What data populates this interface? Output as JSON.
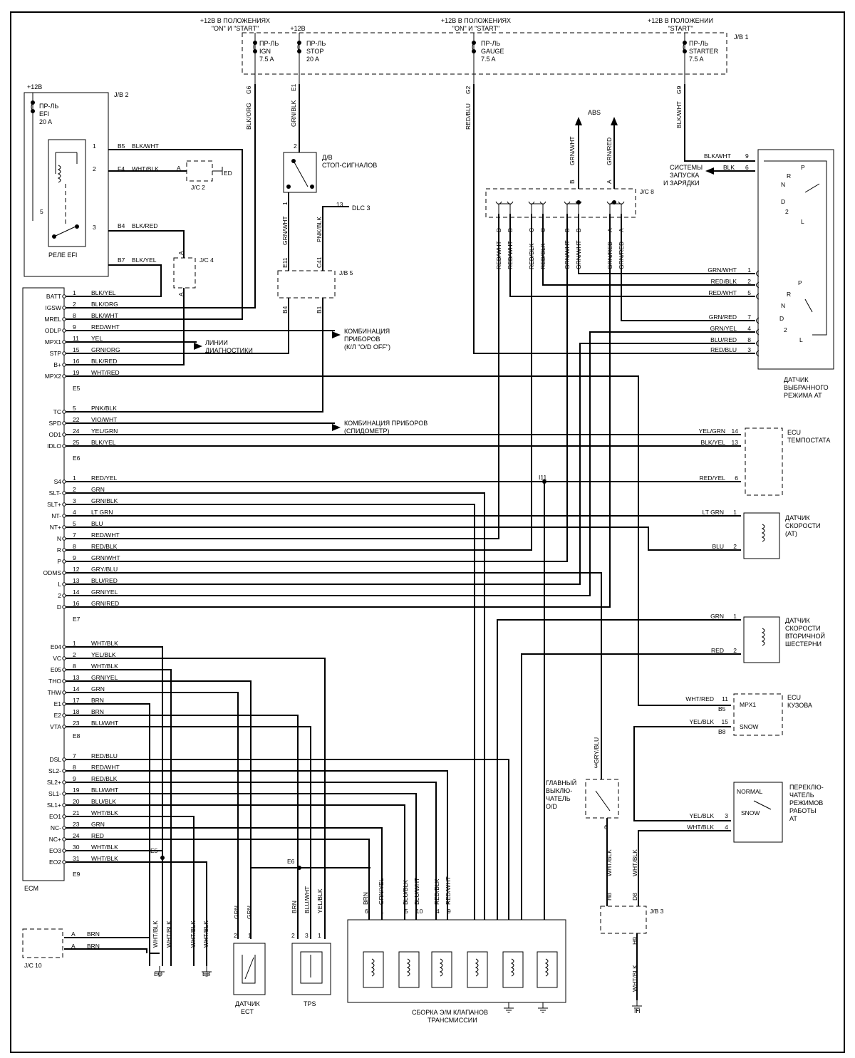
{
  "power": [
    {
      "lines": [
        "+12В В ПОЛОЖЕНИЯХ",
        "\"ON\" И \"START\""
      ]
    },
    {
      "lines": [
        "+12В"
      ]
    },
    {
      "lines": [
        "+12В В ПОЛОЖЕНИЯХ",
        "\"ON\" И \"START\""
      ]
    },
    {
      "lines": [
        "+12В В ПОЛОЖЕНИИ",
        "\"START\""
      ]
    }
  ],
  "jb1": {
    "label": "J/B 1",
    "fuses": [
      {
        "lines": [
          "ПР-ЛЬ",
          "IGN",
          "7.5 A"
        ],
        "pin": "G6",
        "wire": "BLK/ORG"
      },
      {
        "lines": [
          "ПР-ЛЬ",
          "STOP",
          "20 A"
        ],
        "pin": "E1",
        "wire": "GRN/BLK"
      },
      {
        "lines": [
          "ПР-ЛЬ",
          "GAUGE",
          "7.5 A"
        ],
        "pin": "G2",
        "wire": "RED/BLU"
      },
      {
        "lines": [
          "ПР-ЛЬ",
          "STARTER",
          "7.5 A"
        ],
        "pin": "G9",
        "wire": "BLK/WHT"
      }
    ]
  },
  "jb2": {
    "label": "J/B 2",
    "supply": "+12В",
    "fuse": [
      "ПР-ЛЬ",
      "EFI",
      "20 A"
    ],
    "relay": "РЕЛЕ EFI",
    "pins": [
      {
        "pin": "1",
        "term": "B5",
        "wire": "BLK/WHT"
      },
      {
        "pin": "2",
        "term": "F4",
        "wire": "WHT/BLK"
      },
      {
        "pin": "3",
        "term": "B4",
        "wire": "BLK/RED"
      },
      {
        "pin": "5",
        "term": "B7",
        "wire": "BLK/YEL"
      }
    ]
  },
  "jc2": {
    "label": "J/C 2",
    "pin": "A",
    "ground": "ED"
  },
  "jc4": {
    "label": "J/C 4",
    "pin": "A"
  },
  "stop_switch": {
    "label": [
      "Д/В",
      "СТОП-СИГНАЛОВ"
    ],
    "pin_top": "2",
    "pin_bottom": "1",
    "wire": "GRN/WHT"
  },
  "dlc3": {
    "label": "DLC 3",
    "pin": "13",
    "wire": "PNK/BLK"
  },
  "jb5": {
    "label": "J/B 5",
    "top": [
      "E11",
      "C41"
    ],
    "bottom": [
      "B4",
      "B1"
    ]
  },
  "diag": [
    "ЛИНИИ",
    "ДИАГНОСТИКИ"
  ],
  "combo1": [
    "КОМБИНАЦИЯ",
    "ПРИБОРОВ",
    "(К/Л \"O/D OFF\")"
  ],
  "combo2": [
    "КОМБИНАЦИЯ ПРИБОРОВ",
    "(СПИДОМЕТР)"
  ],
  "abs": "ABS",
  "abs_wires": [
    {
      "wire": "GRN/WHT",
      "pin": "B"
    },
    {
      "wire": "GRN/RED",
      "pin": "A"
    }
  ],
  "jc8": {
    "label": "J/C 8",
    "pins": [
      {
        "pin": "D",
        "wire": "RED/WHT"
      },
      {
        "pin": "D",
        "wire": "RED/WHT"
      },
      {
        "pin": "C",
        "wire": "RED/BLK"
      },
      {
        "pin": "C",
        "wire": "RED/BLK"
      },
      {
        "pin": "B",
        "wire": "GRN/WHT"
      },
      {
        "pin": "B",
        "wire": "GRN/WHT"
      },
      {
        "pin": "A",
        "wire": "GRN/RED"
      },
      {
        "pin": "A",
        "wire": "GRN/RED"
      }
    ]
  },
  "start_sys": {
    "label": [
      "СИСТЕМЫ",
      "ЗАПУСКА",
      "И ЗАРЯДКИ"
    ],
    "wires": [
      {
        "wire": "BLK/WHT",
        "pin": "9"
      },
      {
        "wire": "BLK",
        "pin": "6"
      }
    ]
  },
  "selector": {
    "label": [
      "ДАТЧИК",
      "ВЫБРАННОГО",
      "РЕЖИМА AT"
    ],
    "positions_top": [
      "P",
      "R",
      "N",
      "D",
      "2",
      "L"
    ],
    "positions_bottom": [
      "P",
      "R",
      "N",
      "D",
      "2",
      "L"
    ],
    "wires": [
      {
        "wire": "GRN/WHT",
        "pin": "1"
      },
      {
        "wire": "RED/BLK",
        "pin": "2"
      },
      {
        "wire": "RED/WHT",
        "pin": "5"
      },
      {
        "wire": "GRN/RED",
        "pin": "7"
      },
      {
        "wire": "GRN/YEL",
        "pin": "4"
      },
      {
        "wire": "BLU/RED",
        "pin": "8"
      },
      {
        "wire": "RED/BLU",
        "pin": "3"
      }
    ]
  },
  "ecm": {
    "label": "ECM",
    "groups": [
      {
        "conn": "E5",
        "rows": [
          {
            "name": "BATT",
            "pin": "1",
            "wire": "BLK/YEL"
          },
          {
            "name": "IGSW",
            "pin": "2",
            "wire": "BLK/ORG"
          },
          {
            "name": "MREL",
            "pin": "8",
            "wire": "BLK/WHT"
          },
          {
            "name": "ODLP",
            "pin": "9",
            "wire": "RED/WHT"
          },
          {
            "name": "MPX1",
            "pin": "11",
            "wire": "YEL"
          },
          {
            "name": "STP",
            "pin": "15",
            "wire": "GRN/ORG"
          },
          {
            "name": "B+",
            "pin": "16",
            "wire": "BLK/RED"
          },
          {
            "name": "MPX2",
            "pin": "19",
            "wire": "WHT/RED"
          }
        ]
      },
      {
        "conn": "E6",
        "rows": [
          {
            "name": "TC",
            "pin": "5",
            "wire": "PNK/BLK"
          },
          {
            "name": "SPD",
            "pin": "22",
            "wire": "VIO/WHT"
          },
          {
            "name": "OD1",
            "pin": "24",
            "wire": "YEL/GRN"
          },
          {
            "name": "IDLO",
            "pin": "25",
            "wire": "BLK/YEL"
          }
        ]
      },
      {
        "conn": "E7",
        "rows": [
          {
            "name": "S4",
            "pin": "1",
            "wire": "RED/YEL"
          },
          {
            "name": "SLT-",
            "pin": "2",
            "wire": "GRN"
          },
          {
            "name": "SLT+",
            "pin": "3",
            "wire": "GRN/BLK"
          },
          {
            "name": "NT-",
            "pin": "4",
            "wire": "LT GRN"
          },
          {
            "name": "NT+",
            "pin": "5",
            "wire": "BLU"
          },
          {
            "name": "N",
            "pin": "7",
            "wire": "RED/WHT"
          },
          {
            "name": "R",
            "pin": "8",
            "wire": "RED/BLK"
          },
          {
            "name": "P",
            "pin": "9",
            "wire": "GRN/WHT"
          },
          {
            "name": "ODMS",
            "pin": "12",
            "wire": "GRY/BLU"
          },
          {
            "name": "L",
            "pin": "13",
            "wire": "BLU/RED"
          },
          {
            "name": "2",
            "pin": "14",
            "wire": "GRN/YEL"
          },
          {
            "name": "D",
            "pin": "16",
            "wire": "GRN/RED"
          }
        ]
      },
      {
        "conn": "E8",
        "rows": [
          {
            "name": "E04",
            "pin": "1",
            "wire": "WHT/BLK"
          },
          {
            "name": "VC",
            "pin": "2",
            "wire": "YEL/BLK"
          },
          {
            "name": "E05",
            "pin": "8",
            "wire": "WHT/BLK"
          },
          {
            "name": "THO",
            "pin": "13",
            "wire": "GRN/YEL"
          },
          {
            "name": "THW",
            "pin": "14",
            "wire": "GRN"
          },
          {
            "name": "E1",
            "pin": "17",
            "wire": "BRN"
          },
          {
            "name": "E2",
            "pin": "18",
            "wire": "BRN"
          },
          {
            "name": "VTA",
            "pin": "23",
            "wire": "BLU/WHT"
          }
        ]
      },
      {
        "conn": "E9",
        "rows": [
          {
            "name": "DSL",
            "pin": "7",
            "wire": "RED/BLU"
          },
          {
            "name": "SL2-",
            "pin": "8",
            "wire": "RED/WHT"
          },
          {
            "name": "SL2+",
            "pin": "9",
            "wire": "RED/BLK"
          },
          {
            "name": "SL1-",
            "pin": "19",
            "wire": "BLU/WHT"
          },
          {
            "name": "SL1+",
            "pin": "20",
            "wire": "BLU/BLK"
          },
          {
            "name": "EO1",
            "pin": "21",
            "wire": "WHT/BLK"
          },
          {
            "name": "NC-",
            "pin": "23",
            "wire": "GRN"
          },
          {
            "name": "NC+",
            "pin": "24",
            "wire": "RED"
          },
          {
            "name": "EO3",
            "pin": "30",
            "wire": "WHT/BLK"
          },
          {
            "name": "EO2",
            "pin": "31",
            "wire": "WHT/BLK"
          }
        ]
      }
    ]
  },
  "ecu_temp": {
    "label": [
      "ECU",
      "ТЕМПОСТАТА"
    ],
    "wires": [
      {
        "wire": "YEL/GRN",
        "pin": "14"
      },
      {
        "wire": "BLK/YEL",
        "pin": "13"
      },
      {
        "wire": "RED/YEL",
        "pin": "6"
      }
    ]
  },
  "i11": "I11",
  "speed_at": {
    "label": [
      "ДАТЧИК",
      "СКОРОСТИ",
      "(AT)"
    ],
    "wires": [
      {
        "wire": "LT GRN",
        "pin": "1"
      },
      {
        "wire": "BLU",
        "pin": "2"
      }
    ]
  },
  "speed_sec": {
    "label": [
      "ДАТЧИК",
      "СКОРОСТИ",
      "ВТОРИЧНОЙ",
      "ШЕСТЕРНИ"
    ],
    "wires": [
      {
        "wire": "GRN",
        "pin": "1"
      },
      {
        "wire": "RED",
        "pin": "2"
      }
    ]
  },
  "ecu_body": {
    "label": [
      "ECU",
      "КУЗОВА"
    ],
    "rows": [
      {
        "wire": "WHT/RED",
        "pin": "11",
        "conn": "B5",
        "term": "MPX1"
      },
      {
        "wire": "YEL/BLK",
        "pin": "15",
        "conn": "B8",
        "term": "SNOW"
      }
    ]
  },
  "od_switch": {
    "label": [
      "ГЛАВНЫЙ",
      "ВЫКЛЮ-",
      "ЧАТЕЛЬ",
      "O/D"
    ],
    "wire": "GRY/BLU",
    "pin_top": "3",
    "pin_bottom": "6"
  },
  "mode_switch": {
    "label": [
      "ПЕРЕКЛЮ-",
      "ЧАТЕЛЬ",
      "РЕЖИМОВ",
      "РАБОТЫ",
      "AT"
    ],
    "positions": [
      "NORMAL",
      "SNOW"
    ],
    "wires": [
      {
        "wire": "YEL/BLK",
        "pin": "3"
      },
      {
        "wire": "WHT/BLK",
        "pin": "4"
      }
    ]
  },
  "jb3": {
    "label": "J/B 3",
    "pins": [
      "H8",
      "D8",
      "H9"
    ],
    "wires": [
      "WHT/BLK",
      "WHT/BLK",
      "WHT/BLK"
    ],
    "ground": "IH"
  },
  "jc10": {
    "label": "J/C 10",
    "pins": [
      "A",
      "A"
    ],
    "wires": [
      "BRN",
      "BRN"
    ]
  },
  "grounds": {
    "ec": "EC",
    "eb": "EB",
    "e5": "E5",
    "e6": "E6"
  },
  "ground_wires": [
    "WHT/BLK",
    "WHT/BLK",
    "WHT/BLK",
    "WHT/BLK"
  ],
  "ect": {
    "label": [
      "ДАТЧИК",
      "ECT"
    ],
    "pins": [
      "2",
      "1"
    ],
    "wires": [
      "GRN",
      "GRN"
    ]
  },
  "tps": {
    "label": "TPS",
    "pins": [
      "2",
      "3",
      "1"
    ],
    "wires": [
      "BRN",
      "BLU/WHT",
      "YEL/BLK"
    ]
  },
  "valves": {
    "label": [
      "СБОРКА Э/М КЛАПАНОВ",
      "ТРАНСМИССИИ"
    ],
    "pins": [
      "6",
      "1",
      "5",
      "10",
      "4",
      "9"
    ],
    "wires": [
      "BRN",
      "GRN/YEL",
      "BLU/BLK",
      "BLU/WHT",
      "RED/BLK",
      "RED/WHT"
    ]
  }
}
